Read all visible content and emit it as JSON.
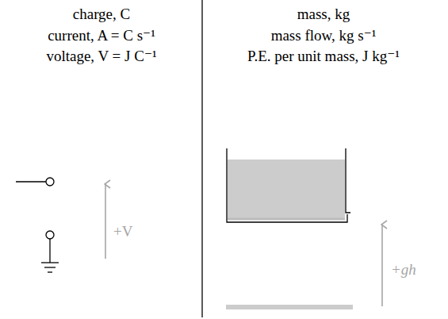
{
  "diagram": {
    "labels": [
      "charge, C",
      "current, A = C s⁻¹",
      "voltage, V = J C⁻¹",
      "mass, kg",
      "mass flow, kg s⁻¹",
      "P.E. per unit mass, J kg⁻¹",
      "+V",
      "+gh"
    ]
  }
}
